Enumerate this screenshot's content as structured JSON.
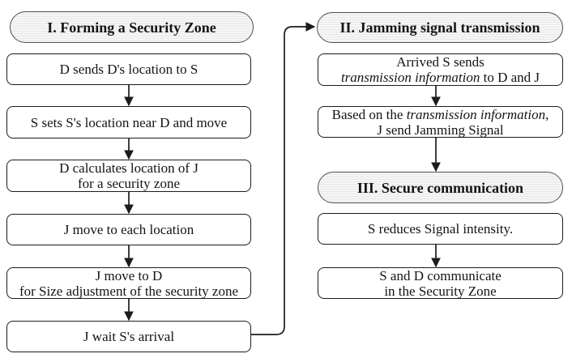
{
  "colors": {
    "canvas_bg": "#ffffff",
    "text": "#141414",
    "box_border": "#1c1c1c",
    "box_fill": "#ffffff",
    "pill_border": "#4f4f4f",
    "pill_fill_light": "#f6f6f6",
    "pill_fill_dark": "#e8e8e8",
    "arrow": "#1c1c1c"
  },
  "phases": [
    {
      "id": "phase1",
      "label": "I. Forming a Security Zone"
    },
    {
      "id": "phase2",
      "label": "II. Jamming signal transmission"
    },
    {
      "id": "phase3",
      "label": "III. Secure communication"
    }
  ],
  "steps": {
    "l1": {
      "lines": [
        [
          {
            "t": "D sends D's location to S"
          }
        ]
      ]
    },
    "l2": {
      "lines": [
        [
          {
            "t": "S sets S's location near D and move"
          }
        ]
      ]
    },
    "l3": {
      "lines": [
        [
          {
            "t": "D calculates location of J"
          }
        ],
        [
          {
            "t": "for a security zone"
          }
        ]
      ]
    },
    "l4": {
      "lines": [
        [
          {
            "t": "J move to each location"
          }
        ]
      ]
    },
    "l5": {
      "lines": [
        [
          {
            "t": "J move to D"
          }
        ],
        [
          {
            "t": "for Size adjustment of the security zone"
          }
        ]
      ]
    },
    "l6": {
      "lines": [
        [
          {
            "t": "J wait S's arrival"
          }
        ]
      ]
    },
    "r1": {
      "lines": [
        [
          {
            "t": "Arrived S sends"
          }
        ],
        [
          {
            "t": "transmission information",
            "i": true
          },
          {
            "t": " to D and J"
          }
        ]
      ]
    },
    "r2": {
      "lines": [
        [
          {
            "t": "Based on the "
          },
          {
            "t": "transmission information",
            "i": true
          },
          {
            "t": ","
          }
        ],
        [
          {
            "t": "J send Jamming Signal"
          }
        ]
      ]
    },
    "r3": {
      "lines": [
        [
          {
            "t": "S reduces Signal intensity."
          }
        ]
      ]
    },
    "r4": {
      "lines": [
        [
          {
            "t": "S and D communicate"
          }
        ],
        [
          {
            "t": "in the Security Zone"
          }
        ]
      ]
    }
  },
  "edges": [
    {
      "from": "l1",
      "to": "l2"
    },
    {
      "from": "l2",
      "to": "l3"
    },
    {
      "from": "l3",
      "to": "l4"
    },
    {
      "from": "l4",
      "to": "l5"
    },
    {
      "from": "l5",
      "to": "l6"
    },
    {
      "from": "l6",
      "to": "phase2"
    },
    {
      "from": "r1",
      "to": "r2"
    },
    {
      "from": "r2",
      "to": "phase3"
    },
    {
      "from": "r3",
      "to": "r4"
    }
  ]
}
